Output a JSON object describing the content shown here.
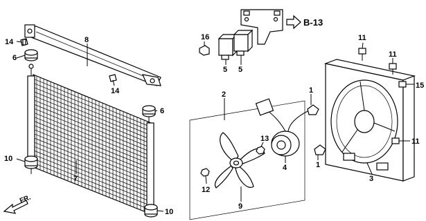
{
  "diagram": {
    "callouts": {
      "p1a": "1",
      "p1b": "1",
      "p2": "2",
      "p3": "3",
      "p4": "4",
      "p5a": "5",
      "p5b": "5",
      "p6a": "6",
      "p6b": "6",
      "p7": "7",
      "p8": "8",
      "p9": "9",
      "p10a": "10",
      "p10b": "10",
      "p11a": "11",
      "p11b": "11",
      "p11c": "11",
      "p12": "12",
      "p13": "13",
      "p14a": "14",
      "p14b": "14",
      "p15": "15",
      "p16": "16"
    },
    "reference": "B-13",
    "direction": "FR."
  }
}
